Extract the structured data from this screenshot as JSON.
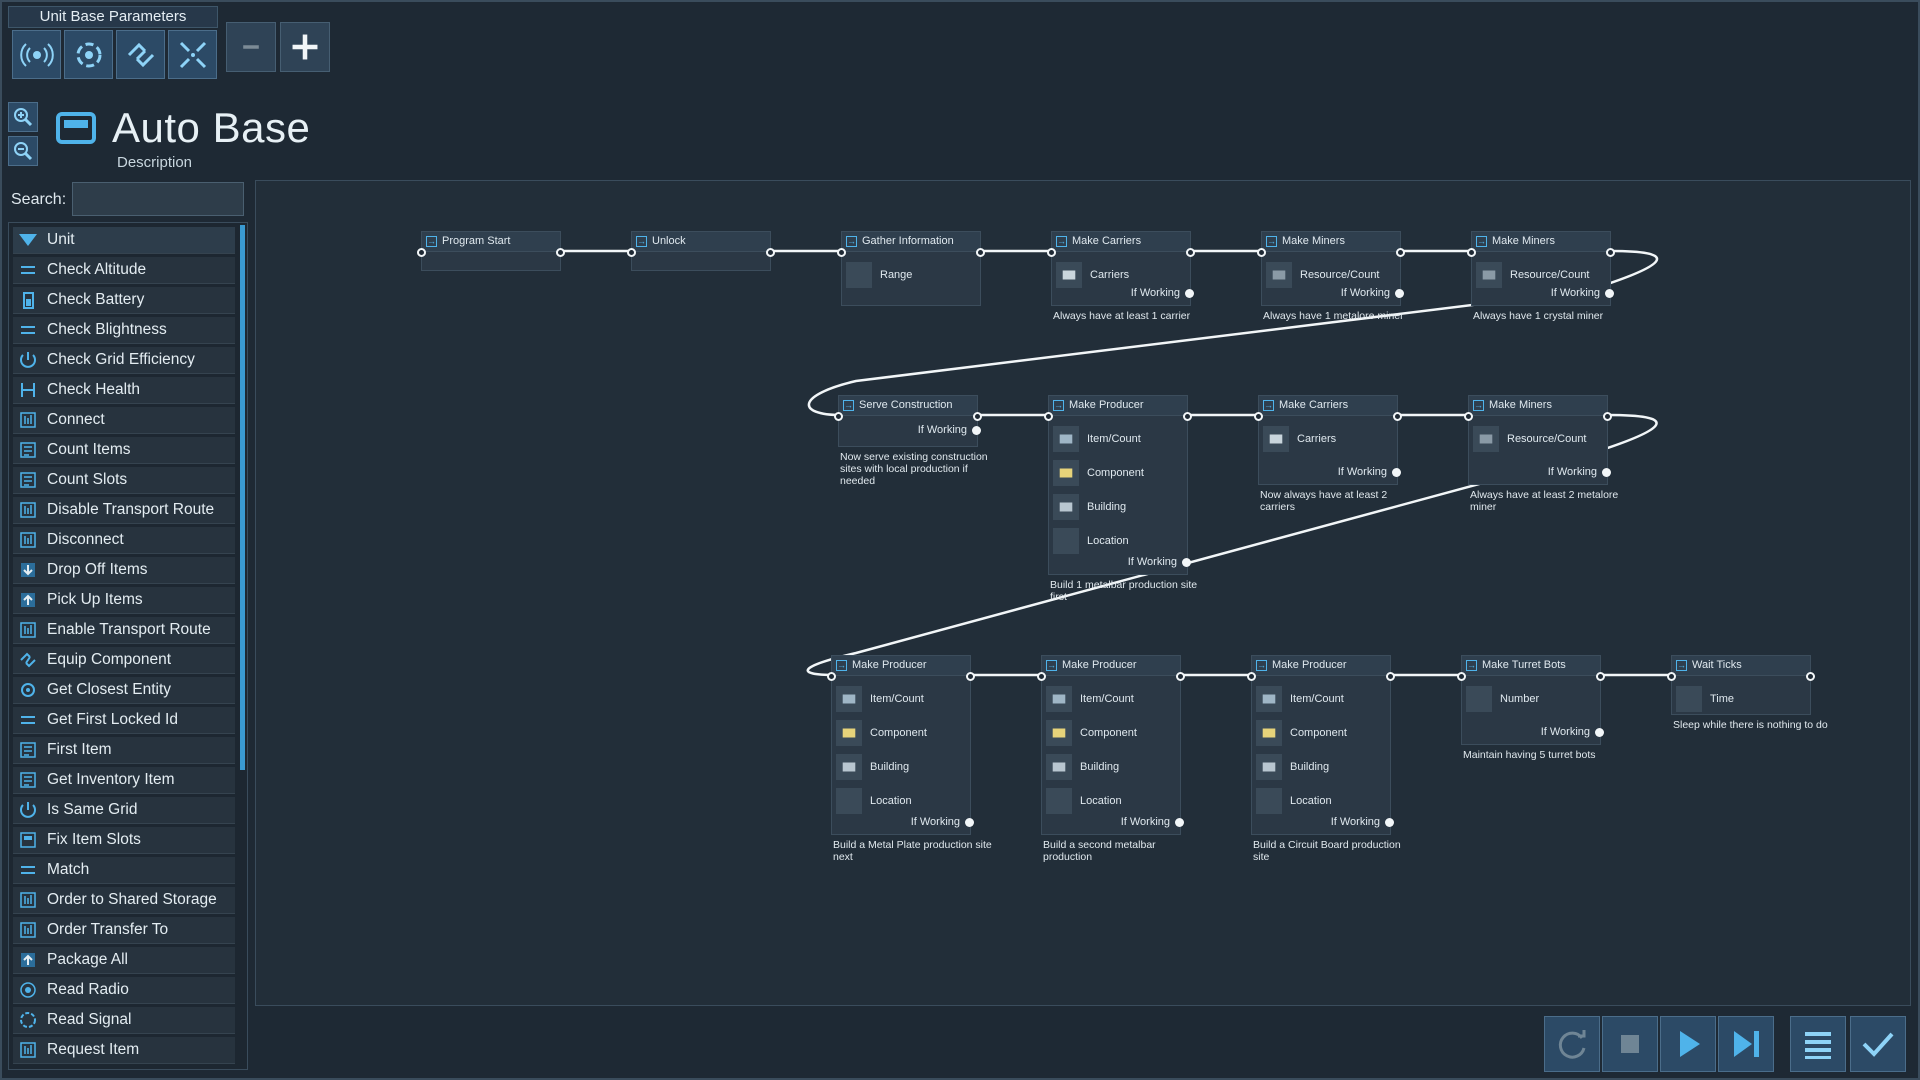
{
  "params": {
    "title": "Unit Base Parameters",
    "icons": [
      "radio-icon",
      "signal-icon",
      "link-icon",
      "compress-icon"
    ],
    "minus_icon": "minus-icon",
    "plus_icon": "plus-icon"
  },
  "header": {
    "title": "Auto Base",
    "subtitle": "Description"
  },
  "search": {
    "label": "Search:",
    "value": ""
  },
  "sidebar": {
    "category": "Unit",
    "items": [
      {
        "label": "Check Altitude",
        "icon": "equals-icon"
      },
      {
        "label": "Check Battery",
        "icon": "battery-icon"
      },
      {
        "label": "Check Blightness",
        "icon": "equals-icon"
      },
      {
        "label": "Check Grid Efficiency",
        "icon": "power-icon"
      },
      {
        "label": "Check Health",
        "icon": "health-icon"
      },
      {
        "label": "Connect",
        "icon": "bars-icon"
      },
      {
        "label": "Count Items",
        "icon": "count-icon"
      },
      {
        "label": "Count Slots",
        "icon": "count-icon"
      },
      {
        "label": "Disable Transport Route",
        "icon": "bars-icon"
      },
      {
        "label": "Disconnect",
        "icon": "bars-icon"
      },
      {
        "label": "Drop Off Items",
        "icon": "drop-icon"
      },
      {
        "label": "Pick Up Items",
        "icon": "pickup-icon"
      },
      {
        "label": "Enable Transport Route",
        "icon": "bars-icon"
      },
      {
        "label": "Equip Component",
        "icon": "link-icon"
      },
      {
        "label": "Get Closest Entity",
        "icon": "target-icon"
      },
      {
        "label": "Get First Locked Id",
        "icon": "equals-icon"
      },
      {
        "label": "First Item",
        "icon": "count-icon"
      },
      {
        "label": "Get Inventory Item",
        "icon": "count-icon"
      },
      {
        "label": "Is Same Grid",
        "icon": "power-icon"
      },
      {
        "label": "Fix Item Slots",
        "icon": "slots-icon"
      },
      {
        "label": "Match",
        "icon": "equals-icon"
      },
      {
        "label": "Order to Shared Storage",
        "icon": "bars-icon"
      },
      {
        "label": "Order Transfer To",
        "icon": "bars-icon"
      },
      {
        "label": "Package All",
        "icon": "pickup-icon"
      },
      {
        "label": "Read Radio",
        "icon": "radio-icon"
      },
      {
        "label": "Read Signal",
        "icon": "signal-icon"
      },
      {
        "label": "Request Item",
        "icon": "bars-icon"
      }
    ]
  },
  "graph": {
    "if_working": "If Working",
    "nodes": [
      {
        "id": "n1",
        "title": "Program Start",
        "rows": [],
        "desc": ""
      },
      {
        "id": "n2",
        "title": "Unlock",
        "rows": [],
        "desc": ""
      },
      {
        "id": "n3",
        "title": "Gather Information",
        "rows": [
          "Range"
        ],
        "desc": ""
      },
      {
        "id": "n4",
        "title": "Make Carriers",
        "rows": [
          "Carriers"
        ],
        "desc": "Always have at least 1 carrier"
      },
      {
        "id": "n5",
        "title": "Make Miners",
        "rows": [
          "Resource/Count"
        ],
        "desc": "Always have 1 metalore miner"
      },
      {
        "id": "n6",
        "title": "Make Miners",
        "rows": [
          "Resource/Count"
        ],
        "desc": "Always have 1 crystal miner"
      },
      {
        "id": "n7",
        "title": "Serve Construction",
        "rows": [],
        "desc": "Now serve existing construction sites with local production if needed"
      },
      {
        "id": "n8",
        "title": "Make Producer",
        "rows": [
          "Item/Count",
          "Component",
          "Building",
          "Location"
        ],
        "desc": "Build 1 metalbar production site first"
      },
      {
        "id": "n9",
        "title": "Make Carriers",
        "rows": [
          "Carriers"
        ],
        "desc": "Now always have at least 2 carriers"
      },
      {
        "id": "n10",
        "title": "Make Miners",
        "rows": [
          "Resource/Count"
        ],
        "desc": "Always have at least 2 metalore miner"
      },
      {
        "id": "n11",
        "title": "Make Producer",
        "rows": [
          "Item/Count",
          "Component",
          "Building",
          "Location"
        ],
        "desc": "Build a Metal Plate production site next"
      },
      {
        "id": "n12",
        "title": "Make Producer",
        "rows": [
          "Item/Count",
          "Component",
          "Building",
          "Location"
        ],
        "desc": "Build a second metalbar production"
      },
      {
        "id": "n13",
        "title": "Make Producer",
        "rows": [
          "Item/Count",
          "Component",
          "Building",
          "Location"
        ],
        "desc": "Build a Circuit Board production site"
      },
      {
        "id": "n14",
        "title": "Make Turret Bots",
        "rows": [
          "Number"
        ],
        "desc": "Maintain having 5 turret bots"
      },
      {
        "id": "n15",
        "title": "Wait Ticks",
        "rows": [
          "Time"
        ],
        "desc": "Sleep while there is nothing to do"
      }
    ]
  },
  "controls": {
    "icons": [
      "reset-icon",
      "stop-icon",
      "play-icon",
      "step-icon",
      "list-icon",
      "confirm-icon"
    ]
  },
  "colors": {
    "accent": "#4fb3ea",
    "background": "#1e2934",
    "button": "#2c4a66"
  }
}
